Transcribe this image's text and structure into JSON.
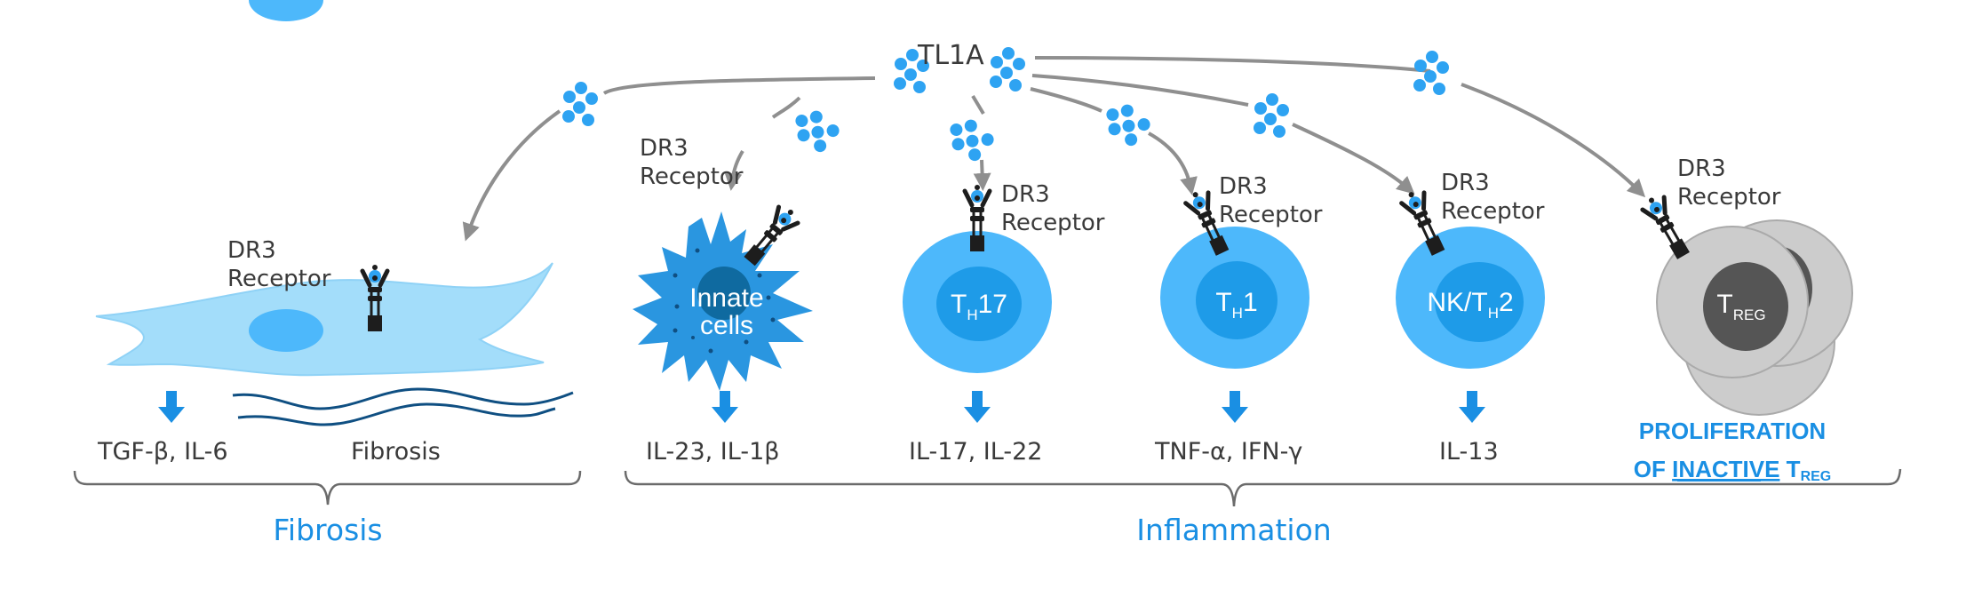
{
  "ligand": {
    "name": "TL1A",
    "icon": "tl1a-trimer-cluster-icon"
  },
  "receptor_label": {
    "line1": "DR3",
    "line2": "Receptor",
    "icon": "dr3-receptor-icon"
  },
  "cells": [
    {
      "id": "fibroblast",
      "name": "",
      "outputs": [
        "TGF-β, IL-6",
        "Fibrosis"
      ],
      "group": "fibrosis"
    },
    {
      "id": "innate",
      "name_line1": "Innate",
      "name_line2": "cells",
      "output": "IL-23, IL-1β",
      "group": "inflammation"
    },
    {
      "id": "th17",
      "name_main": "T",
      "name_sub": "H",
      "name_suffix": "17",
      "output": "IL-17, IL-22",
      "group": "inflammation"
    },
    {
      "id": "th1",
      "name_main": "T",
      "name_sub": "H",
      "name_suffix": "1",
      "output": "TNF-α, IFN-γ",
      "group": "inflammation"
    },
    {
      "id": "nk-th2",
      "name_prefix": "NK/T",
      "name_sub": "H",
      "name_suffix": "2",
      "output": "IL-13",
      "group": "inflammation"
    },
    {
      "id": "treg",
      "name_main": "T",
      "name_sub": "REG",
      "output_line1": "PROLIFERATION",
      "output_line2_prefix": "OF ",
      "output_line2_emph": "INACTIVE",
      "output_line2_main": " T",
      "output_line2_sub": "REG",
      "group": "inflammation"
    }
  ],
  "groups": {
    "fibrosis": "Fibrosis",
    "inflammation": "Inflammation"
  },
  "colors": {
    "accent_blue": "#1a8fe3",
    "cell_light_blue": "#4db8fb",
    "cell_nucleus_blue": "#1e9be8",
    "fibroblast_blue": "#a3ddfa",
    "innate_blue": "#2a96e0",
    "innate_nucleus": "#0f6aa0",
    "treg_gray": "#cccccc",
    "treg_dark": "#555555",
    "arrow_gray": "#8f8f8f",
    "text_dark": "#3a3a3a",
    "fiber_navy": "#0f4f82"
  }
}
